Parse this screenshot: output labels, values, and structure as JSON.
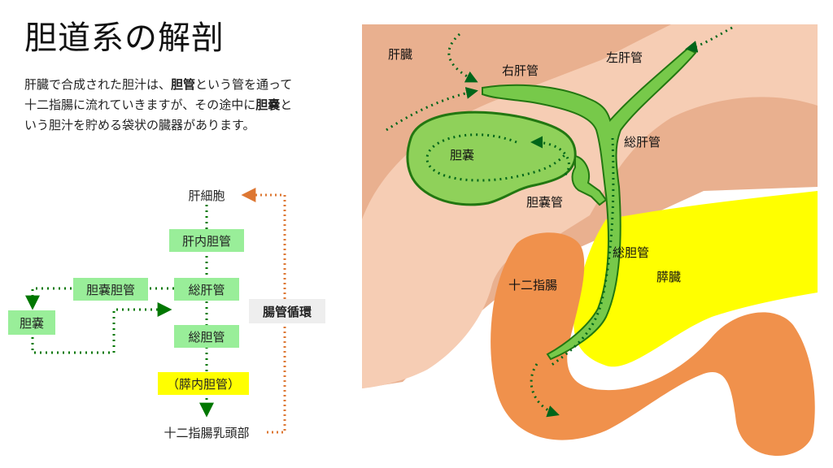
{
  "title": "胆道系の解剖",
  "intro": {
    "p1": "肝臓で合成された胆汁は、",
    "b1": "胆管",
    "p2": "という管を通って十二指腸に流れていきますが、その途中に",
    "b2": "胆嚢",
    "p3": "という胆汁を貯める袋状の臓器があります。"
  },
  "flow": {
    "hepatocyte": "肝細胞",
    "intrahepatic_duct": "肝内胆管",
    "common_hepatic_duct": "総肝管",
    "common_bile_duct": "総胆管",
    "intrapancreatic_duct": "（膵内胆管）",
    "papilla": "十二指腸乳頭部",
    "cystic_duct": "胆嚢胆管",
    "gallbladder": "胆嚢",
    "enterohepatic": "腸管循環"
  },
  "anatomy": {
    "liver": "肝臓",
    "right_hepatic_duct": "右肝管",
    "left_hepatic_duct": "左肝管",
    "common_hepatic_duct": "総肝管",
    "gallbladder": "胆嚢",
    "cystic_duct": "胆嚢管",
    "common_bile_duct": "総胆管",
    "duodenum": "十二指腸",
    "pancreas": "膵臓"
  },
  "colors": {
    "green_box": "#99ee99",
    "yellow_box": "#ffff00",
    "grey_box": "#eeeeee",
    "green_flow": "#007700",
    "orange_flow": "#dd7733",
    "liver_dark": "#e8b090",
    "liver_light": "#f6cdb4",
    "gallbladder": "#8fd15a",
    "duct": "#77c94a",
    "duodenum": "#f0914c",
    "pancreas": "#ffff00"
  }
}
